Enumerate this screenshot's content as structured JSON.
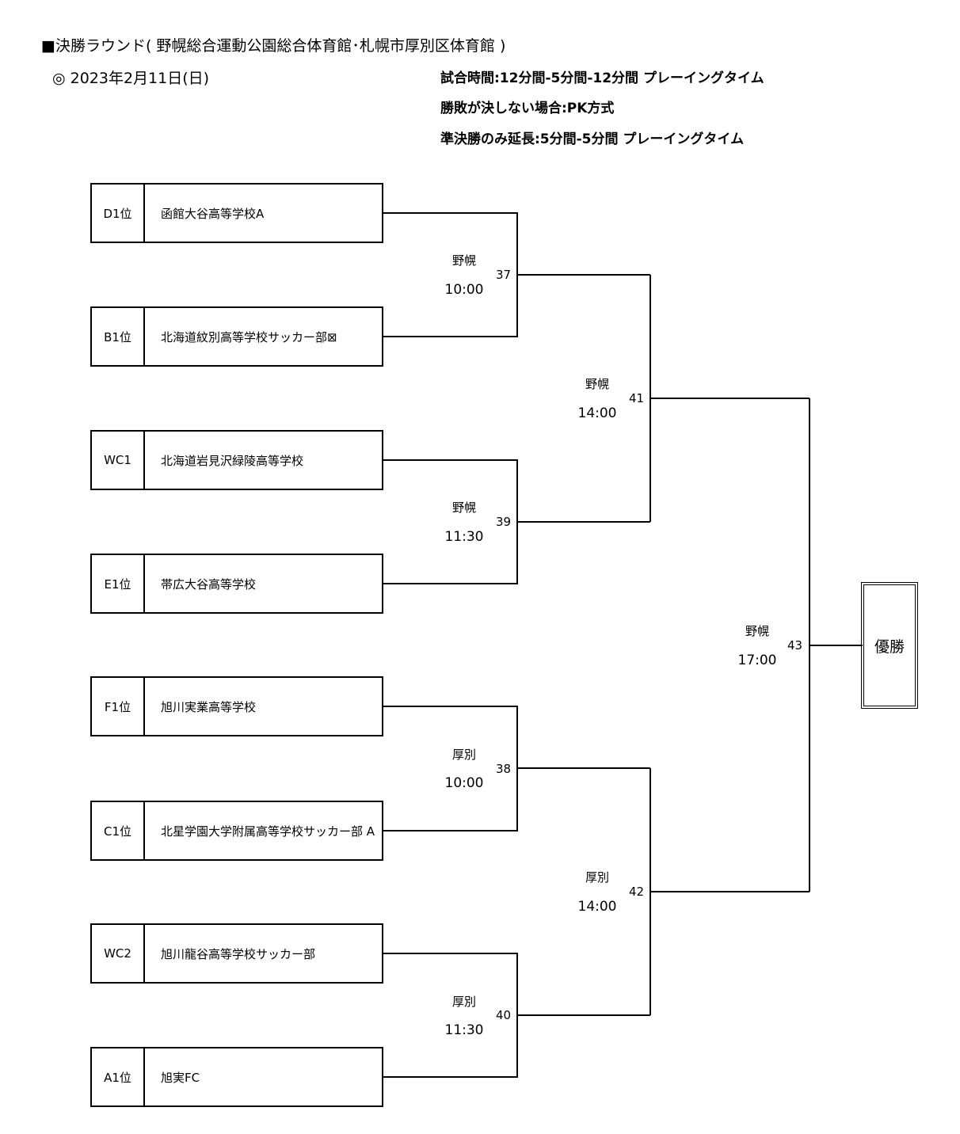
{
  "header": {
    "title": "■決勝ラウンド( 野幌総合運動公園総合体育館･札幌市厚別区体育館 )",
    "date": "◎  2023年2月11日(日)",
    "rules": [
      "試合時間:12分間-5分間-12分間  プレーイングタイム",
      "勝敗が決しない場合:PK方式",
      "準決勝のみ延長:5分間-5分間  プレーイングタイム"
    ]
  },
  "teams": [
    {
      "seed": "D1位",
      "name": "函館大谷高等学校A"
    },
    {
      "seed": "B1位",
      "name": "北海道紋別高等学校サッカー部⊠"
    },
    {
      "seed": "WC1",
      "name": "北海道岩見沢緑陵高等学校"
    },
    {
      "seed": "E1位",
      "name": "帯広大谷高等学校"
    },
    {
      "seed": "F1位",
      "name": "旭川実業高等学校"
    },
    {
      "seed": "C1位",
      "name": "北星学園大学附属高等学校サッカー部 A"
    },
    {
      "seed": "WC2",
      "name": "旭川龍谷高等学校サッカー部"
    },
    {
      "seed": "A1位",
      "name": "旭実FC"
    }
  ],
  "matches": [
    {
      "num": "37",
      "venue": "野幌",
      "time": "10:00"
    },
    {
      "num": "39",
      "venue": "野幌",
      "time": "11:30"
    },
    {
      "num": "38",
      "venue": "厚別",
      "time": "10:00"
    },
    {
      "num": "40",
      "venue": "厚別",
      "time": "11:30"
    },
    {
      "num": "41",
      "venue": "野幌",
      "time": "14:00"
    },
    {
      "num": "42",
      "venue": "厚別",
      "time": "14:00"
    },
    {
      "num": "43",
      "venue": "野幌",
      "time": "17:00"
    }
  ],
  "champion_label": "優勝"
}
